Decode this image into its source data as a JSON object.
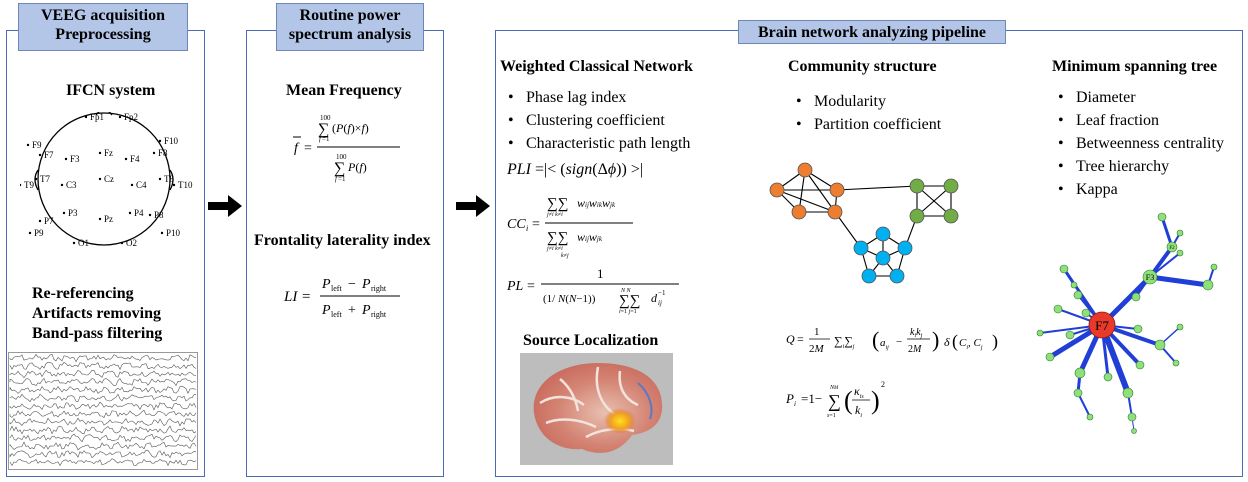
{
  "panel1": {
    "header_line1": "VEEG acquisition",
    "header_line2": "Preprocessing",
    "system_title": "IFCN system",
    "electrodes": [
      "Fp1",
      "Fp2",
      "F9",
      "F7",
      "F3",
      "Fz",
      "F4",
      "F8",
      "F10",
      "T9",
      "T7",
      "C3",
      "Cz",
      "C4",
      "T8",
      "T10",
      "P7",
      "P3",
      "Pz",
      "P4",
      "P8",
      "P9",
      "P10",
      "O1",
      "O2"
    ],
    "steps": [
      "Re-referencing",
      "Artifacts removing",
      "Band-pass filtering"
    ]
  },
  "panel2": {
    "header_line1": "Routine power",
    "header_line2": "spectrum analysis",
    "mean_freq_title": "Mean Frequency",
    "lateral_title": "Frontality laterality index"
  },
  "panel3": {
    "header": "Brain network analyzing pipeline",
    "wcn": {
      "title": "Weighted Classical Network",
      "items": [
        "Phase lag index",
        "Clustering coefficient",
        "Characteristic path length"
      ]
    },
    "community": {
      "title": "Community structure",
      "items": [
        "Modularity",
        "Partition coefficient"
      ]
    },
    "mst": {
      "title": "Minimum spanning tree",
      "items": [
        "Diameter",
        "Leaf fraction",
        "Betweenness centrality",
        "Tree hierarchy",
        "Kappa"
      ],
      "hub_label": "F7",
      "node_f3": "F3",
      "node_f2": "F2"
    },
    "source_title": "Source Localization"
  },
  "colors": {
    "panel_border": "#4a6bb3",
    "header_fill": "#b4c6e7",
    "community_orange": "#ed7d31",
    "community_green": "#70ad47",
    "community_blue": "#00b0f0",
    "mst_edge": "#1f3fd6",
    "mst_node": "#8fe07a",
    "mst_hub": "#e83a2a"
  }
}
